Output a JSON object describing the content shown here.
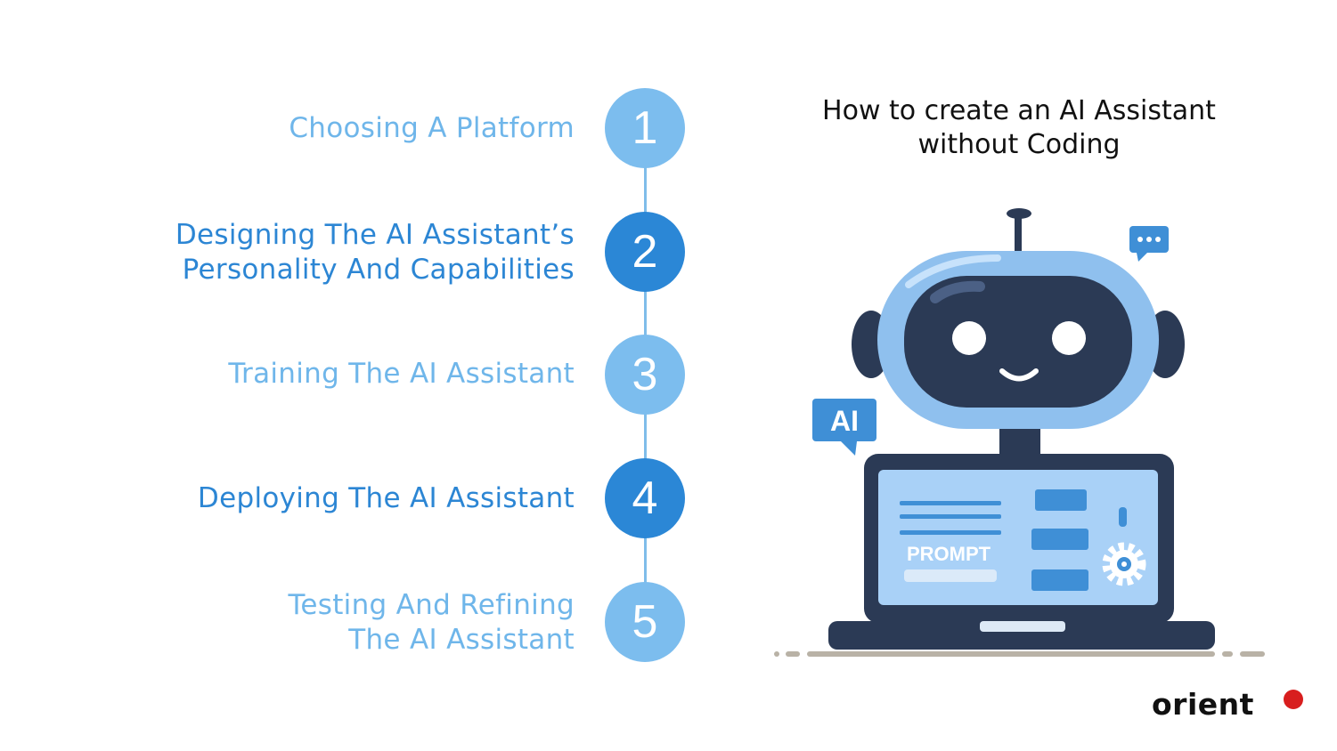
{
  "title": {
    "line1": "How to create an AI Assistant",
    "line2": "without Coding"
  },
  "steps": [
    {
      "number": "1",
      "lines": [
        "Choosing A Platform"
      ]
    },
    {
      "number": "2",
      "lines": [
        "Designing The AI Assistant’s",
        "Personality And Capabilities"
      ]
    },
    {
      "number": "3",
      "lines": [
        "Training The AI Assistant"
      ]
    },
    {
      "number": "4",
      "lines": [
        "Deploying The AI Assistant"
      ]
    },
    {
      "number": "5",
      "lines": [
        "Testing And Refining",
        "The AI Assistant"
      ]
    }
  ],
  "illustration": {
    "ai_badge": "AI",
    "prompt_label": "PROMPT"
  },
  "logo": "orient",
  "colors": {
    "light_blue": "#7cbdee",
    "dark_blue": "#2b87d6",
    "robot_navy": "#2b3a55",
    "logo_dot": "#d81e1e"
  }
}
